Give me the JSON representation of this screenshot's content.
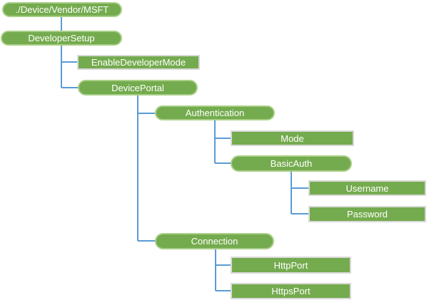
{
  "diagram": {
    "type": "tree",
    "colors": {
      "node_fill": "#74ab4e",
      "pill_border": "#a9cf87",
      "rect_border": "#d9d9d9",
      "connector": "#5b9bd5",
      "text": "#ffffff",
      "background": "#ffffff"
    },
    "nodes": [
      {
        "id": "root",
        "label": "./Device/Vendor/MSFT",
        "shape": "rounded",
        "parent": null
      },
      {
        "id": "developer-setup",
        "label": "DeveloperSetup",
        "shape": "rounded",
        "parent": "root"
      },
      {
        "id": "enable-developer-mode",
        "label": "EnableDeveloperMode",
        "shape": "rect",
        "parent": "developer-setup"
      },
      {
        "id": "device-portal",
        "label": "DevicePortal",
        "shape": "rounded",
        "parent": "developer-setup"
      },
      {
        "id": "authentication",
        "label": "Authentication",
        "shape": "rounded",
        "parent": "device-portal"
      },
      {
        "id": "mode",
        "label": "Mode",
        "shape": "rect",
        "parent": "authentication"
      },
      {
        "id": "basic-auth",
        "label": "BasicAuth",
        "shape": "rounded",
        "parent": "authentication"
      },
      {
        "id": "username",
        "label": "Username",
        "shape": "rect",
        "parent": "basic-auth"
      },
      {
        "id": "password",
        "label": "Password",
        "shape": "rect",
        "parent": "basic-auth"
      },
      {
        "id": "connection",
        "label": "Connection",
        "shape": "rounded",
        "parent": "device-portal"
      },
      {
        "id": "http-port",
        "label": "HttpPort",
        "shape": "rect",
        "parent": "connection"
      },
      {
        "id": "https-port",
        "label": "HttpsPort",
        "shape": "rect",
        "parent": "connection"
      }
    ]
  }
}
